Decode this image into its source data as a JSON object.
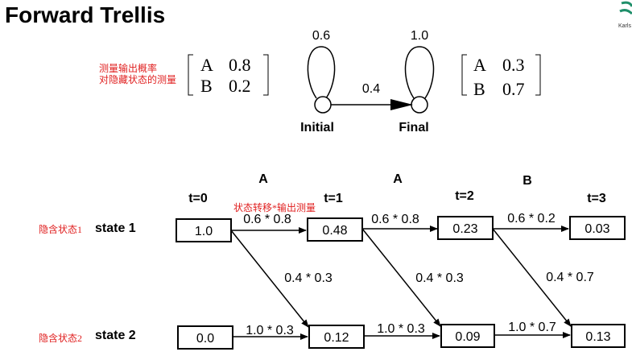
{
  "title": "Forward Trellis",
  "logo_text": "Karls",
  "annotations": {
    "measure_prob": "测量输出概率",
    "hidden_measure": "对隐藏状态的测量",
    "transition_times_output": "状态转移*输出测量",
    "hidden_state_1": "隐含状态1",
    "hidden_state_2": "隐含状态2"
  },
  "hmm": {
    "initial": {
      "label": "Initial",
      "self_loop": "0.6",
      "emission": [
        {
          "symbol": "A",
          "prob": "0.8"
        },
        {
          "symbol": "B",
          "prob": "0.2"
        }
      ]
    },
    "final": {
      "label": "Final",
      "self_loop": "1.0",
      "emission": [
        {
          "symbol": "A",
          "prob": "0.3"
        },
        {
          "symbol": "B",
          "prob": "0.7"
        }
      ]
    },
    "transition": "0.4"
  },
  "trellis": {
    "times": [
      "t=0",
      "t=1",
      "t=2",
      "t=3"
    ],
    "observations": [
      "A",
      "A",
      "B"
    ],
    "state_labels": [
      "state 1",
      "state 2"
    ],
    "state1_values": [
      "1.0",
      "0.48",
      "0.23",
      "0.03"
    ],
    "state2_values": [
      "0.0",
      "0.12",
      "0.09",
      "0.13"
    ],
    "top_edges": [
      "0.6 * 0.8",
      "0.6 * 0.8",
      "0.6 * 0.2"
    ],
    "diag_edges": [
      "0.4 * 0.3",
      "0.4 * 0.3",
      "0.4 * 0.7"
    ],
    "bottom_edges": [
      "1.0 * 0.3",
      "1.0 * 0.3",
      "1.0 * 0.7"
    ]
  }
}
